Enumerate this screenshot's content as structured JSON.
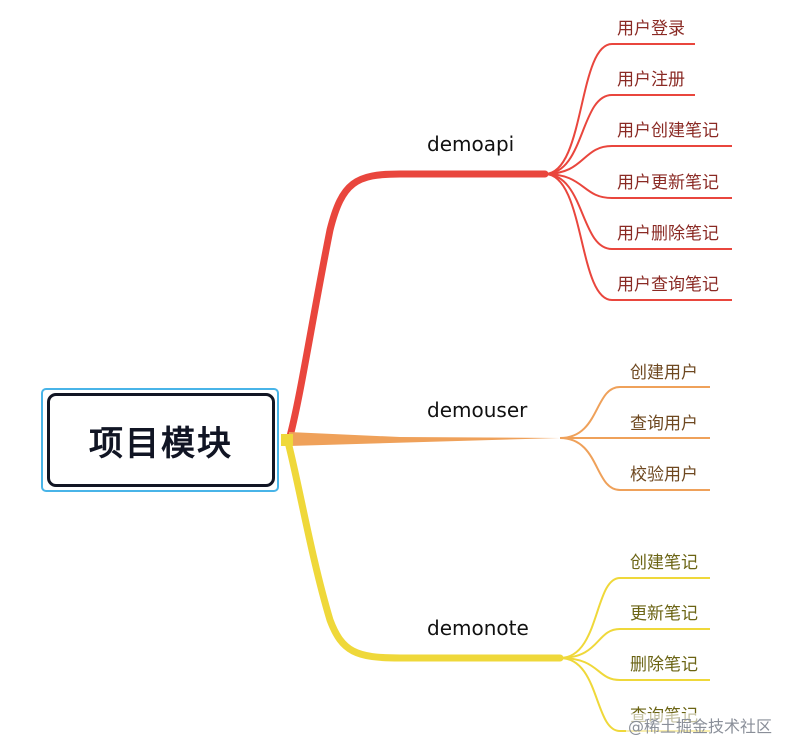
{
  "root": {
    "label": "项目模块"
  },
  "branches": [
    {
      "label": "demoapi",
      "color": "#e9463d",
      "children": [
        "用户登录",
        "用户注册",
        "用户创建笔记",
        "用户更新笔记",
        "用户删除笔记",
        "用户查询笔记"
      ]
    },
    {
      "label": "demouser",
      "color": "#efa15a",
      "children": [
        "创建用户",
        "查询用户",
        "校验用户"
      ]
    },
    {
      "label": "demonote",
      "color": "#efd83a",
      "children": [
        "创建笔记",
        "更新笔记",
        "删除笔记",
        "查询笔记"
      ]
    }
  ],
  "watermark": "@稀土掘金技术社区"
}
